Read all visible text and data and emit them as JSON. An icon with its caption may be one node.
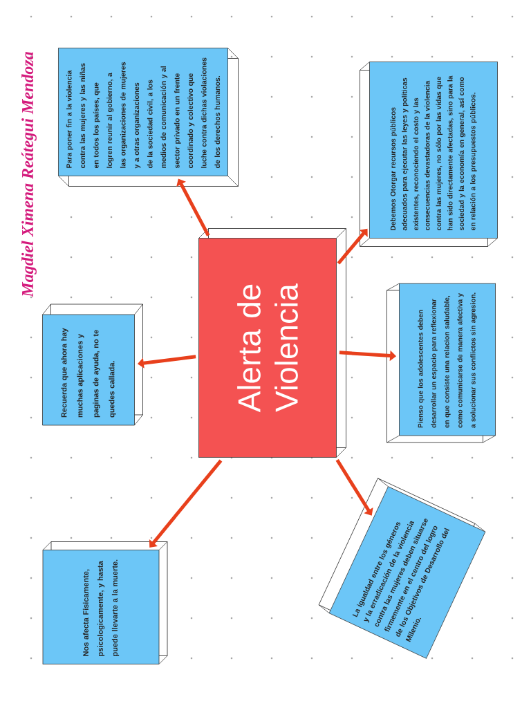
{
  "diagram": {
    "nodes": [
      {
        "text": [
          "Alerta de Violencia"
        ]
      },
      {
        "text": [
          "Para poner fin a la violencia contra las mujeres y las niñas en todos los países, que logren reunir al gobierno, a las organizaciones de mujeres y a otras organizaciones de la sociedad civil, a los medios de comunicación y al sector privado en un frente coordinado y colectivo que luche contra dichas violaciones de los derechos humanos."
        ]
      },
      {
        "text": [
          "Debemos Otorgar recursos públicos adecuados para ejecutar las leyes y políticas existentes, reconociendo el costo y las consecuencias devastadoras de la violencia contra las mujeres, no sólo por las vidas que han sido directamente afectadas, sino para la sociedad y la economía en general, así como en relación a los presupuestos públicos."
        ]
      },
      {
        "text": [
          "Recuerda que ahora hay muchas aplicaciones y paginas de ayuda, no te quedes callada."
        ]
      },
      {
        "text": [
          "Pienso que los adolescentes deben desarrollar un espacio para reflexionar en que consiste una relacion saludable, como comunicarse de manera afectiva y a solucionar sus conflictos sin agresion."
        ]
      },
      {
        "text": [
          "Nos afecta Fisicamente, psicologicamente, y hasta puede llevarte a la muerte."
        ]
      },
      {
        "text": [
          "La igualdad entre los géneros y la erradicación de la violencia contra las mujeres deben situarse firmemente en el centro del logro de los Objetivos de Desarrollo del Milenio."
        ]
      }
    ],
    "edges": [
      {
        "from": 0,
        "to": 1,
        "arrow": "to"
      },
      {
        "from": 0,
        "to": 2,
        "arrow": "to"
      },
      {
        "from": 0,
        "to": 3,
        "arrow": "to"
      },
      {
        "from": 0,
        "to": 4,
        "arrow": "to"
      },
      {
        "from": 0,
        "to": 5,
        "arrow": "to"
      },
      {
        "from": 0,
        "to": 6,
        "arrow": "to"
      }
    ],
    "labels": [
      "Magdiel Ximena Reátegui Mendoza"
    ]
  }
}
